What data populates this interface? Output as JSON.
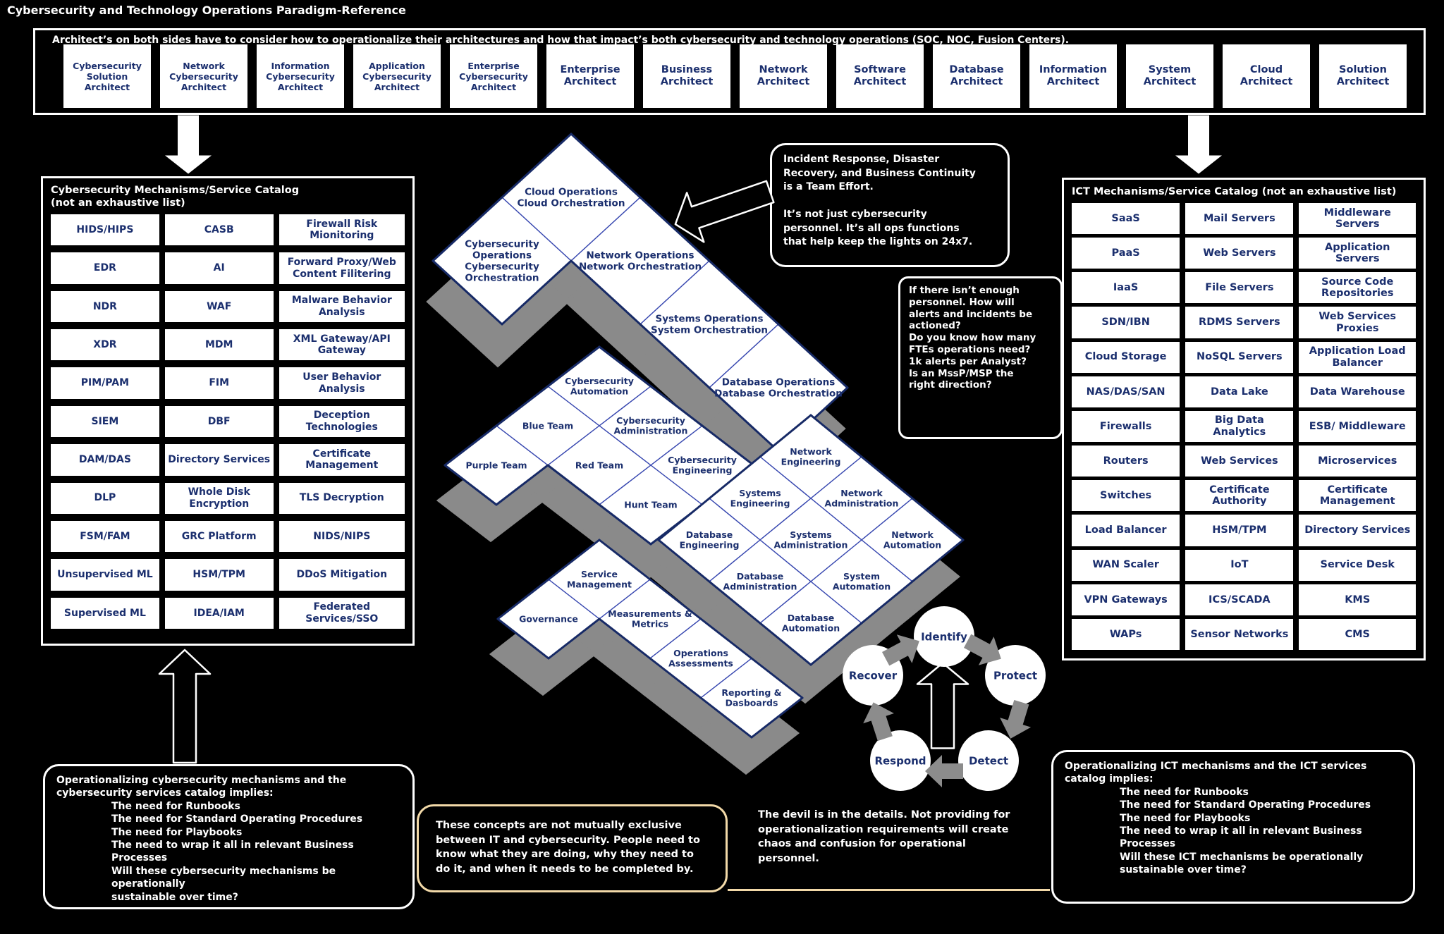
{
  "title": "Cybersecurity and Technology Operations Paradigm-Reference",
  "colors": {
    "background": "#000000",
    "navy_text": "#1b2f6e",
    "cell_border": "#3848b0",
    "group_outline": "#172a66",
    "white": "#ffffff",
    "tan_accent": "#f2d9a8",
    "gray_arrow": "#8c8c8c",
    "shadow_gray": "#8a8a8a"
  },
  "banner": {
    "text": "Architect’s on both sides have to consider how to operationalize their architectures and how that impact’s both cybersecurity and technology operations (SOC, NOC, Fusion Centers).",
    "architects": [
      {
        "lines": [
          "Cybersecurity",
          "Solution",
          "Architect"
        ],
        "wide": true
      },
      {
        "lines": [
          "Network",
          "Cybersecurity",
          "Architect"
        ],
        "wide": true
      },
      {
        "lines": [
          "Information",
          "Cybersecurity",
          "Architect"
        ],
        "wide": true
      },
      {
        "lines": [
          "Application",
          "Cybersecurity",
          "Architect"
        ],
        "wide": true
      },
      {
        "lines": [
          "Enterprise",
          "Cybersecurity",
          "Architect"
        ],
        "wide": true
      },
      {
        "lines": [
          "Enterprise",
          "Architect"
        ],
        "wide": false
      },
      {
        "lines": [
          "Business",
          "Architect"
        ],
        "wide": false
      },
      {
        "lines": [
          "Network",
          "Architect"
        ],
        "wide": false
      },
      {
        "lines": [
          "Software",
          "Architect"
        ],
        "wide": false
      },
      {
        "lines": [
          "Database",
          "Architect"
        ],
        "wide": false
      },
      {
        "lines": [
          "Information",
          "Architect"
        ],
        "wide": false
      },
      {
        "lines": [
          "System",
          "Architect"
        ],
        "wide": false
      },
      {
        "lines": [
          "Cloud",
          "Architect"
        ],
        "wide": false
      },
      {
        "lines": [
          "Solution",
          "Architect"
        ],
        "wide": false
      }
    ]
  },
  "left_panel": {
    "header_line1": "Cybersecurity Mechanisms/Service Catalog",
    "header_line2": "(not an exhaustive list)",
    "rows": [
      [
        "HIDS/HIPS",
        "CASB",
        "Firewall Risk Mionitoring"
      ],
      [
        "EDR",
        "AI",
        "Forward Proxy/Web Content Filitering"
      ],
      [
        "NDR",
        "WAF",
        "Malware Behavior Analysis"
      ],
      [
        "XDR",
        "MDM",
        "XML Gateway/API Gateway"
      ],
      [
        "PIM/PAM",
        "FIM",
        "User Behavior Analysis"
      ],
      [
        "SIEM",
        "DBF",
        "Deception Technologies"
      ],
      [
        "DAM/DAS",
        "Directory Services",
        "Certificate Management"
      ],
      [
        "DLP",
        "Whole Disk Encryption",
        "TLS Decryption"
      ],
      [
        "FSM/FAM",
        "GRC Platform",
        "NIDS/NIPS"
      ],
      [
        "Unsupervised ML",
        "HSM/TPM",
        "DDoS Mitigation"
      ],
      [
        "Supervised ML",
        "IDEA/IAM",
        "Federated Services/SSO"
      ]
    ]
  },
  "right_panel": {
    "header": "ICT Mechanisms/Service Catalog (not an exhaustive list)",
    "rows": [
      [
        "SaaS",
        "Mail Servers",
        "Middleware Servers"
      ],
      [
        "PaaS",
        "Web Servers",
        "Application Servers"
      ],
      [
        "IaaS",
        "File Servers",
        "Source Code Repositories"
      ],
      [
        "SDN/IBN",
        "RDMS Servers",
        "Web Services Proxies"
      ],
      [
        "Cloud Storage",
        "NoSQL Servers",
        "Application Load Balancer"
      ],
      [
        "NAS/DAS/SAN",
        "Data Lake",
        "Data Warehouse"
      ],
      [
        "Firewalls",
        "Big Data Analytics",
        "ESB/ Middleware"
      ],
      [
        "Routers",
        "Web Services",
        "Microservices"
      ],
      [
        "Switches",
        "Certificate Authority",
        "Certificate Management"
      ],
      [
        "Load Balancer",
        "HSM/TPM",
        "Directory Services"
      ],
      [
        "WAN Scaler",
        "IoT",
        "Service Desk"
      ],
      [
        "VPN Gateways",
        "ICS/SCADA",
        "KMS"
      ],
      [
        "WAPs",
        "Sensor Networks",
        "CMS"
      ]
    ]
  },
  "diamond_groups": [
    {
      "key": "operations",
      "cells": [
        {
          "u": 0,
          "v": 0,
          "label": [
            "Cloud Operations",
            "Cloud Orchestration"
          ]
        },
        {
          "u": 1,
          "v": 0,
          "label": [
            "Cybersecurity",
            "Operations",
            "Cybersecurity",
            "Orchestration"
          ]
        },
        {
          "u": 0,
          "v": 1,
          "label": [
            "Network Operations",
            "Network Orchestration"
          ]
        },
        {
          "u": 0,
          "v": 2,
          "label": [
            "Systems Operations",
            "System Orchestration"
          ]
        },
        {
          "u": 0,
          "v": 3,
          "label": [
            "Database Operations",
            "Database Orchestration"
          ]
        }
      ]
    },
    {
      "key": "cybersecurity-teams",
      "cells": [
        {
          "u": 0,
          "v": 0,
          "label": [
            "Cybersecurity",
            "Automation"
          ]
        },
        {
          "u": 1,
          "v": 0,
          "label": [
            "Blue Team"
          ]
        },
        {
          "u": 0,
          "v": 1,
          "label": [
            "Cybersecurity",
            "Administration"
          ]
        },
        {
          "u": 2,
          "v": 0,
          "label": [
            "Purple Team"
          ]
        },
        {
          "u": 1,
          "v": 1,
          "label": [
            "Red Team"
          ]
        },
        {
          "u": 0,
          "v": 2,
          "label": [
            "Cybersecurity",
            "Engineering"
          ]
        },
        {
          "u": 1,
          "v": 2,
          "label": [
            "Hunt Team"
          ]
        }
      ]
    },
    {
      "key": "it-functions",
      "cells": [
        {
          "u": 0,
          "v": 0,
          "label": [
            "Network",
            "Engineering"
          ]
        },
        {
          "u": 1,
          "v": 0,
          "label": [
            "Systems",
            "Engineering"
          ]
        },
        {
          "u": 0,
          "v": 1,
          "label": [
            "Network",
            "Administration"
          ]
        },
        {
          "u": 2,
          "v": 0,
          "label": [
            "Database",
            "Engineering"
          ]
        },
        {
          "u": 1,
          "v": 1,
          "label": [
            "Systems",
            "Administration"
          ]
        },
        {
          "u": 0,
          "v": 2,
          "label": [
            "Network",
            "Automation"
          ]
        },
        {
          "u": 2,
          "v": 1,
          "label": [
            "Database",
            "Administration"
          ]
        },
        {
          "u": 1,
          "v": 2,
          "label": [
            "System",
            "Automation"
          ]
        },
        {
          "u": 2,
          "v": 2,
          "label": [
            "Database",
            "Automation"
          ]
        }
      ]
    },
    {
      "key": "governance",
      "cells": [
        {
          "u": 0,
          "v": 0,
          "label": [
            "Service",
            "Management"
          ]
        },
        {
          "u": 1,
          "v": 0,
          "label": [
            "Governance"
          ]
        },
        {
          "u": 0,
          "v": 1,
          "label": [
            "Measurements &",
            "Metrics"
          ]
        },
        {
          "u": 0,
          "v": 2,
          "label": [
            "Operations",
            "Assessments"
          ]
        },
        {
          "u": 0,
          "v": 3,
          "label": [
            "Reporting &",
            "Dasboards"
          ]
        }
      ]
    }
  ],
  "nist_cycle": {
    "labels": [
      "Identify",
      "Protect",
      "Detect",
      "Respond",
      "Recover"
    ]
  },
  "callouts": {
    "incident": {
      "lines": [
        "Incident Response, Disaster",
        "Recovery, and Business Continuity",
        "is a Team Effort.",
        "",
        "It’s not just cybersecurity",
        "personnel. It’s all ops functions",
        "that help keep the lights on 24x7."
      ]
    },
    "staffing": {
      "lines": [
        "If there isn’t enough",
        "personnel. How will",
        "alerts and incidents be",
        "actioned?",
        "Do you know how many",
        "FTEs operations need?",
        "1k alerts per Analyst?",
        "Is an MssP/MSP the",
        "right direction?"
      ]
    },
    "ops_left": {
      "lead": [
        "Operationalizing cybersecurity mechanisms and the",
        "cybersecurity services catalog implies:"
      ],
      "items": [
        "The need for Runbooks",
        "The need for Standard Operating Procedures",
        "The need for Playbooks",
        "The need to wrap it all in relevant Business",
        "Processes",
        "Will these cybersecurity mechanisms be operationally",
        "sustainable over time?"
      ]
    },
    "ops_right": {
      "lead": [
        "Operationalizing ICT mechanisms and the ICT services",
        "catalog implies:"
      ],
      "items": [
        "The need for Runbooks",
        "The need for Standard Operating Procedures",
        "The need for Playbooks",
        "The need to wrap it all in relevant Business",
        "Processes",
        "Will these ICT mechanisms be operationally",
        "sustainable over time?"
      ]
    },
    "concepts": {
      "lines": [
        "These concepts are not mutually exclusive",
        "between IT and cybersecurity. People need to",
        "know what they are doing, why they need to",
        "do it, and when it needs to be completed by."
      ]
    },
    "devil": {
      "lines": [
        "The devil is in the details. Not providing for",
        "operationalization requirements will create",
        "chaos and confusion for operational",
        "personnel."
      ]
    }
  }
}
